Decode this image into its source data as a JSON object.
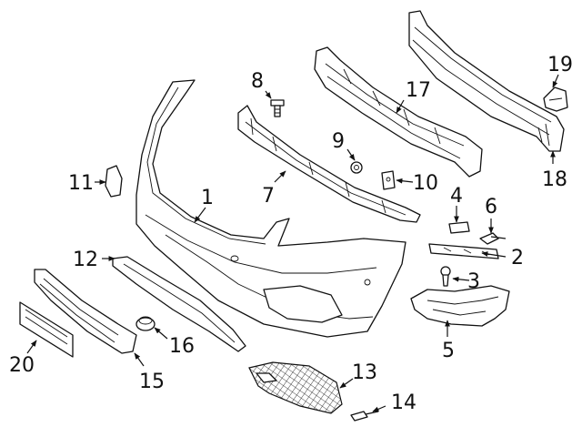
{
  "callouts": {
    "c1": "1",
    "c2": "2",
    "c3": "3",
    "c4": "4",
    "c5": "5",
    "c6": "6",
    "c7": "7",
    "c8": "8",
    "c9": "9",
    "c10": "10",
    "c11": "11",
    "c12": "12",
    "c13": "13",
    "c14": "14",
    "c15": "15",
    "c16": "16",
    "c17": "17",
    "c18": "18",
    "c19": "19",
    "c20": "20"
  },
  "colors": {
    "line": "#111111",
    "background": "#ffffff"
  }
}
